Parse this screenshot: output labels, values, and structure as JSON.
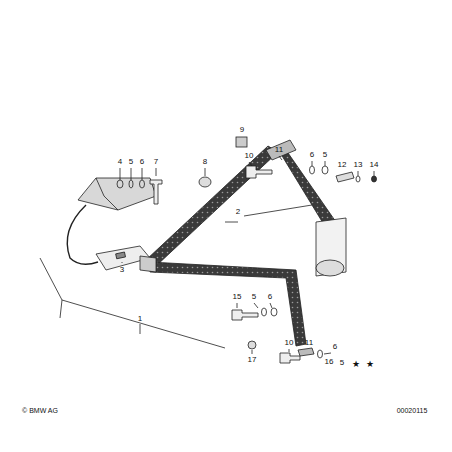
{
  "diagram": {
    "labels": [
      "4",
      "5",
      "6",
      "7",
      "8",
      "9",
      "10",
      "11",
      "6",
      "5",
      "12",
      "13",
      "14",
      "2",
      "3",
      "1",
      "15",
      "5",
      "6",
      "17",
      "10",
      "11",
      "6",
      "16",
      "5",
      "★",
      "★",
      "© BMW AG",
      "00020115"
    ]
  }
}
